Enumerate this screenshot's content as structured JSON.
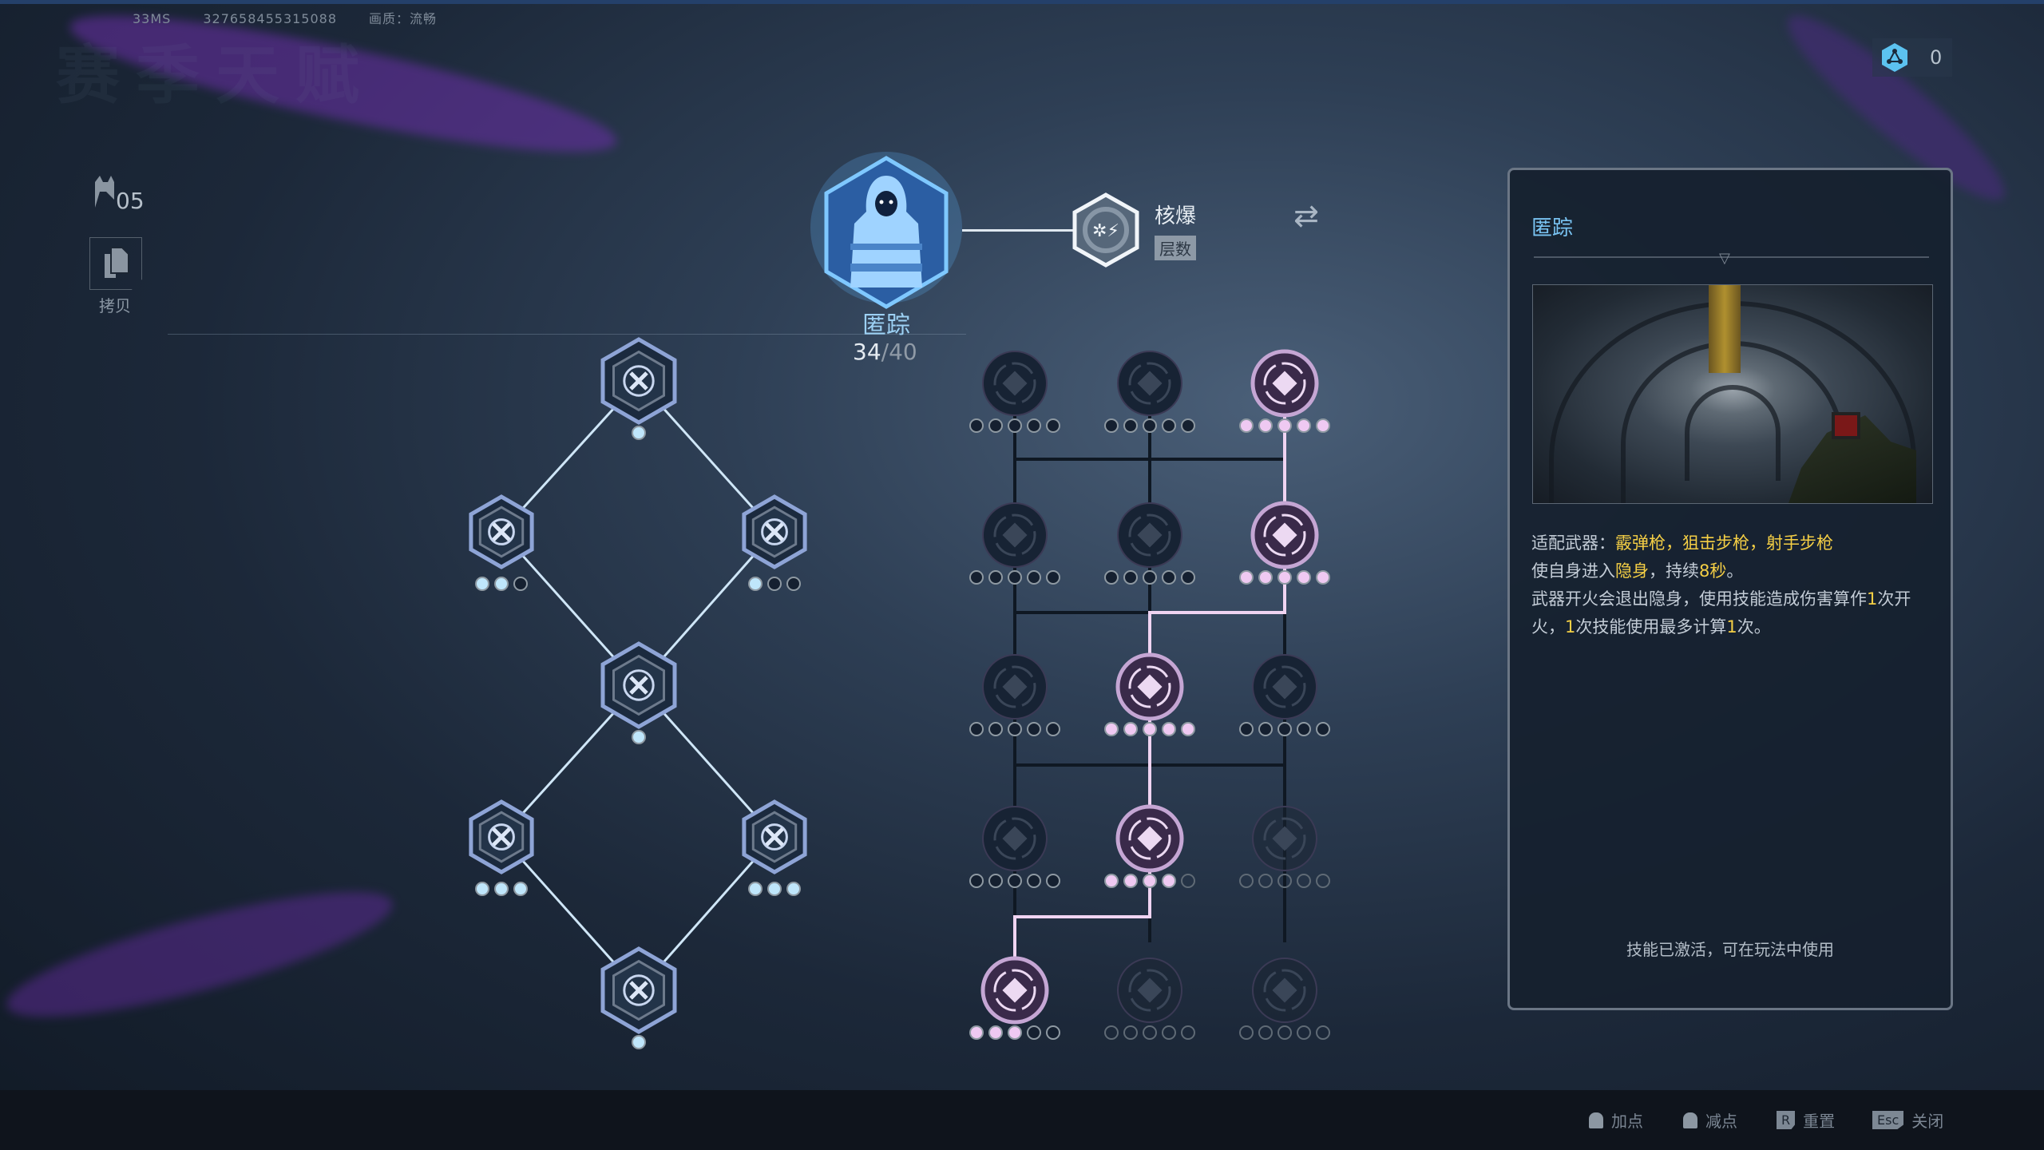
{
  "status": {
    "ping": "33MS",
    "uid": "327658455315088",
    "quality": "画质：流畅"
  },
  "watermark": "赛季天赋",
  "left": {
    "level": "05",
    "copy_label": "拷贝"
  },
  "hero": {
    "name": "匿踪",
    "points_used": "34",
    "points_total": "/40"
  },
  "core": {
    "name": "核爆",
    "badge": "层数"
  },
  "currency": {
    "value": "0"
  },
  "panel": {
    "title": "匿踪",
    "weapons_label": "适配武器：",
    "weapons": "霰弹枪，狙击步枪，射手步枪",
    "line2a": "使自身进入",
    "line2b": "隐身",
    "line2c": "，持续",
    "line2d": "8秒",
    "line2e": "。",
    "line3a": "武器开火会退出隐身，使用技能造成伤害算作",
    "line3b": "1",
    "line3c": "次开火，",
    "line3d": "1",
    "line3e": "次技能使用最多计算",
    "line3f": "1",
    "line3g": "次。",
    "footer": "技能已激活，可在玩法中使用"
  },
  "hints": [
    {
      "key": "mouse-left",
      "label": "加点"
    },
    {
      "key": "mouse-right",
      "label": "减点"
    },
    {
      "key": "R",
      "label": "重置"
    },
    {
      "key": "Esc",
      "label": "关闭"
    }
  ],
  "hex_tree": [
    {
      "name": "stealth-hood",
      "max": 1,
      "filled": 1
    },
    {
      "name": "sprint",
      "max": 3,
      "filled": 2
    },
    {
      "name": "rank-up",
      "max": 3,
      "filled": 1
    },
    {
      "name": "crosshair-burst",
      "max": 1,
      "filled": 1
    },
    {
      "name": "crosshair-up",
      "max": 3,
      "filled": 3
    },
    {
      "name": "hood-timer",
      "max": 3,
      "filled": 3
    },
    {
      "name": "crosshair-core",
      "max": 1,
      "filled": 1
    }
  ],
  "grid": [
    [
      {
        "icon": "diamond-compass",
        "state": "dark",
        "filled": 0
      },
      {
        "icon": "arrow-shards",
        "state": "dark",
        "filled": 0
      },
      {
        "icon": "rifle-shards",
        "state": "active",
        "filled": 5
      }
    ],
    [
      {
        "icon": "clock",
        "state": "dark",
        "filled": 0
      },
      {
        "icon": "target-diamond",
        "state": "dark",
        "filled": 0
      },
      {
        "icon": "ammo-target",
        "state": "active",
        "filled": 5
      }
    ],
    [
      {
        "icon": "diamond-ring",
        "state": "dark",
        "filled": 0
      },
      {
        "icon": "broken-heart",
        "state": "active",
        "filled": 5
      },
      {
        "icon": "gauge-arrows",
        "state": "dark",
        "filled": 0
      }
    ],
    [
      {
        "icon": "gauge",
        "state": "dark",
        "filled": 0
      },
      {
        "icon": "flask-flame",
        "state": "active",
        "filled": 4
      },
      {
        "icon": "gauge-ring",
        "state": "locked",
        "filled": 0
      }
    ],
    [
      {
        "icon": "shuriken-diamond",
        "state": "active",
        "filled": 3
      },
      {
        "icon": "maze-plus",
        "state": "locked",
        "filled": 0
      },
      {
        "icon": "heart-target",
        "state": "locked",
        "filled": 0
      }
    ]
  ],
  "colors": {
    "blue": "#bfe6fb",
    "pink": "#efc9f2",
    "highlight": "#f5cf45",
    "title": "#79c3f2"
  }
}
